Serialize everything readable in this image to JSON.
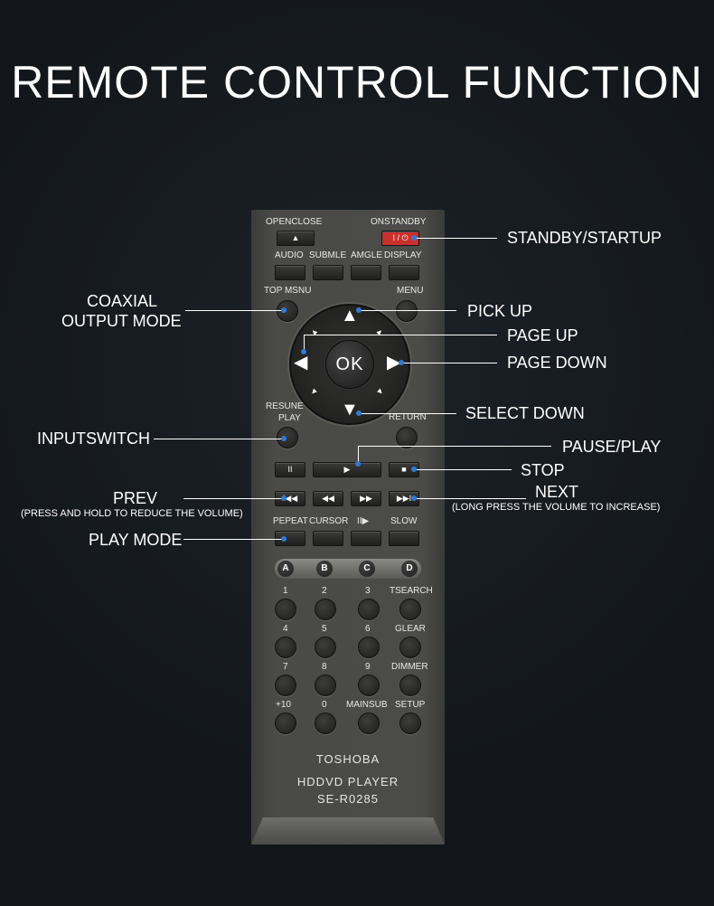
{
  "title": "REMOTE CONTROL FUNCTION",
  "remote": {
    "top_labels": {
      "openclose": "OPENCLOSE",
      "onstandby": "ONSTANDBY"
    },
    "eject_glyph": "▲",
    "power_glyph": "I / ⏻",
    "row2": [
      "AUDIO",
      "SUBMLE",
      "AMGLE",
      "DISPLAY"
    ],
    "top_menu": "TOP MSNU",
    "menu": "MENU",
    "ok": "OK",
    "resume": "RESUNE",
    "resume_play": "PLAY",
    "return": "RETURN",
    "transport_glyphs": [
      "II",
      "▶",
      "■"
    ],
    "skip_glyphs": [
      "I◀◀",
      "◀◀",
      "▶▶",
      "▶▶I"
    ],
    "row_mode": [
      "PEPEAT",
      "CURSOR",
      "II▶",
      "SLOW"
    ],
    "letters": [
      "A",
      "B",
      "C",
      "D"
    ],
    "keypad": [
      [
        "1",
        "2",
        "3",
        "TSEARCH"
      ],
      [
        "4",
        "5",
        "6",
        "GLEAR"
      ],
      [
        "7",
        "8",
        "9",
        "DIMMER"
      ],
      [
        "+10",
        "0",
        "MAINSUB",
        "SETUP"
      ]
    ],
    "brand": "TOSHOBA",
    "model_line1": "HDDVD PLAYER",
    "model_line2": "SE-R0285"
  },
  "callouts": {
    "standby": "STANDBY/STARTUP",
    "coaxial_1": "COAXIAL",
    "coaxial_2": "OUTPUT MODE",
    "pick_up": "PICK UP",
    "page_up": "PAGE UP",
    "page_down": "PAGE DOWN",
    "select_down": "SELECT DOWN",
    "inputswitch": "INPUTSWITCH",
    "pause_play": "PAUSE/PLAY",
    "stop": "STOP",
    "prev": "PREV",
    "prev_note": "(PRESS AND HOLD TO REDUCE THE VOLUME)",
    "next": "NEXT",
    "next_note": "(LONG PRESS THE VOLUME TO INCREASE)",
    "play_mode": "PLAY MODE"
  },
  "colors": {
    "accent_dot": "#2f7ad8",
    "power_button": "#d02a2a",
    "background": "#14181c"
  }
}
